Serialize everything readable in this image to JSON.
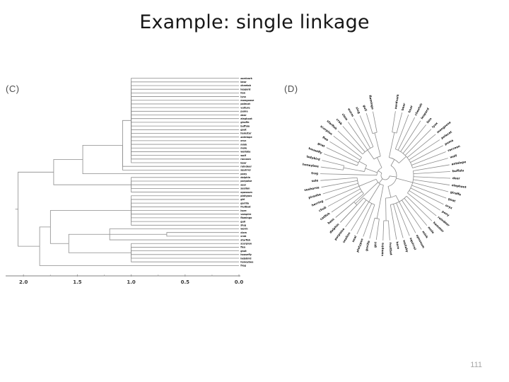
{
  "slide": {
    "title": "Example: single linkage",
    "number": "111",
    "background_color": "#ffffff",
    "title_color": "#171717",
    "number_color": "#a6a6a6"
  },
  "figure": {
    "line_color": "#8c8c8c",
    "label_color": "#111111",
    "panels": [
      {
        "id": "C",
        "label": "(C)",
        "type": "rectangular-dendrogram"
      },
      {
        "id": "D",
        "label": "(D)",
        "type": "circular-dendrogram"
      }
    ]
  },
  "chart_data": {
    "type": "line",
    "title": "Example: single linkage",
    "subtype": "hierarchical-clustering-dendrogram",
    "linkage_method": "single",
    "panels": [
      {
        "id": "C",
        "label": "(C)",
        "layout": "rectangular-horizontal",
        "xlabel": "",
        "ylabel": "",
        "axis_ticks": [
          "2.0",
          "1.5",
          "1.0",
          "0.5",
          "0.0"
        ],
        "axis_tick_values": [
          2.0,
          1.5,
          1.0,
          0.5,
          0.0
        ],
        "axis_reversed": true,
        "xlim": [
          2.1,
          0.0
        ],
        "grid": false,
        "legend": "none",
        "leaf_count": 50,
        "leaves": [
          "aardvark",
          "bear",
          "cheetah",
          "leopard",
          "lion",
          "lynx",
          "mongoose",
          "polecat",
          "vulture",
          "puma",
          "deer",
          "elephant",
          "giraffe",
          "buffalo",
          "goat",
          "hamster",
          "antelope",
          "oryx",
          "mink",
          "mole",
          "wallaby",
          "wolf",
          "raccoon",
          "boar",
          "reindeer",
          "squirrel",
          "pony",
          "dolphin",
          "porpoise",
          "seal",
          "sealion",
          "opossum",
          "platypus",
          "girl",
          "gorilla",
          "fruitbat",
          "hare",
          "vampire",
          "flamingo",
          "gull",
          "slug",
          "worm",
          "clam",
          "crab",
          "starfish",
          "scorpion",
          "flea",
          "gnat",
          "housefly",
          "ladybird",
          "honeybee",
          "frog"
        ],
        "merge_heights": [
          2.05,
          1.85,
          1.75,
          1.72,
          1.58,
          1.45,
          1.35,
          1.2,
          1.0,
          0.67
        ],
        "root_height": 2.05
      },
      {
        "id": "D",
        "label": "(D)",
        "layout": "circular-radial",
        "grid": false,
        "legend": "none",
        "leaf_count": 50,
        "leaves": [
          "aardvark",
          "bear",
          "boar",
          "cheetah",
          "leopard",
          "lion",
          "lynx",
          "mongoose",
          "polecat",
          "puma",
          "raccoon",
          "wolf",
          "antelope",
          "buffalo",
          "deer",
          "elephant",
          "giraffe",
          "goat",
          "oryx",
          "pony",
          "reindeer",
          "hamster",
          "mole",
          "mink",
          "opossum",
          "squirrel",
          "wallaby",
          "hare",
          "fruitbat",
          "vampire",
          "girl",
          "gorilla",
          "platypus",
          "seal",
          "sealion",
          "porpoise",
          "dolphin",
          "bass",
          "catfish",
          "chub",
          "herring",
          "piranha",
          "seahorse",
          "sole",
          "frog",
          "honeybee",
          "ladybird",
          "housefly",
          "gnat",
          "flea",
          "scorpion",
          "starfish",
          "crab",
          "clam",
          "worm",
          "slug",
          "gull",
          "flamingo"
        ]
      }
    ]
  }
}
